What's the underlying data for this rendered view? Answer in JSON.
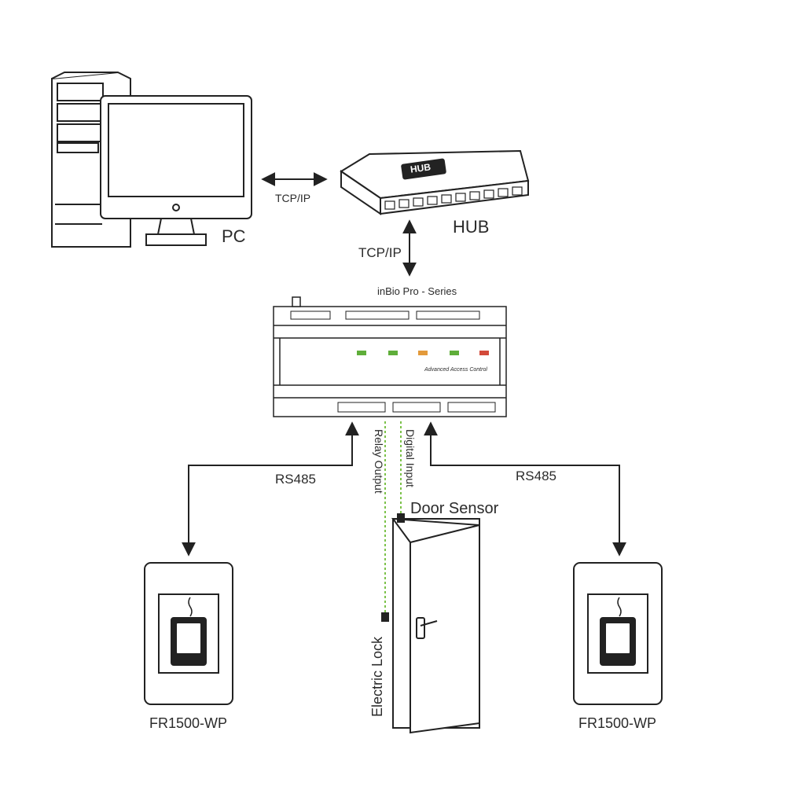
{
  "labels": {
    "pc": "PC",
    "hub": "HUB",
    "hub_badge": "HUB",
    "tcpip_left": "TCP/IP",
    "tcpip_down": "TCP/IP",
    "controller_title": "inBio Pro - Series",
    "controller_badge": "Advanced Access Control",
    "rs485_left": "RS485",
    "rs485_right": "RS485",
    "relay_output": "Relay Output",
    "digital_input": "Digital Input",
    "door_sensor": "Door Sensor",
    "electric_lock": "Electric Lock",
    "reader_left": "FR1500-WP",
    "reader_right": "FR1500-WP"
  },
  "colors": {
    "line": "#222222",
    "wire_dashed": "#7cc24a",
    "device_fill": "#ffffff",
    "led_green": "#5fae3a",
    "led_orange": "#e39a3b",
    "led_red": "#d34a3a"
  }
}
